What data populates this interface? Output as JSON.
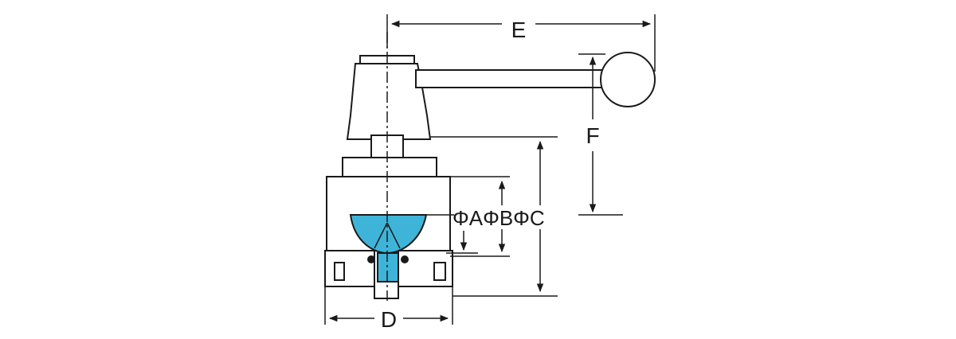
{
  "diagram": {
    "labels": {
      "E": "E",
      "F": "F",
      "D": "D",
      "phi_abc": "ΦAΦBΦC"
    },
    "colors": {
      "line": "#1a1a1a",
      "body_fill": "#ffffff",
      "disc_fill": "#3fb4d9",
      "handle_fill": "#ffffff"
    }
  }
}
